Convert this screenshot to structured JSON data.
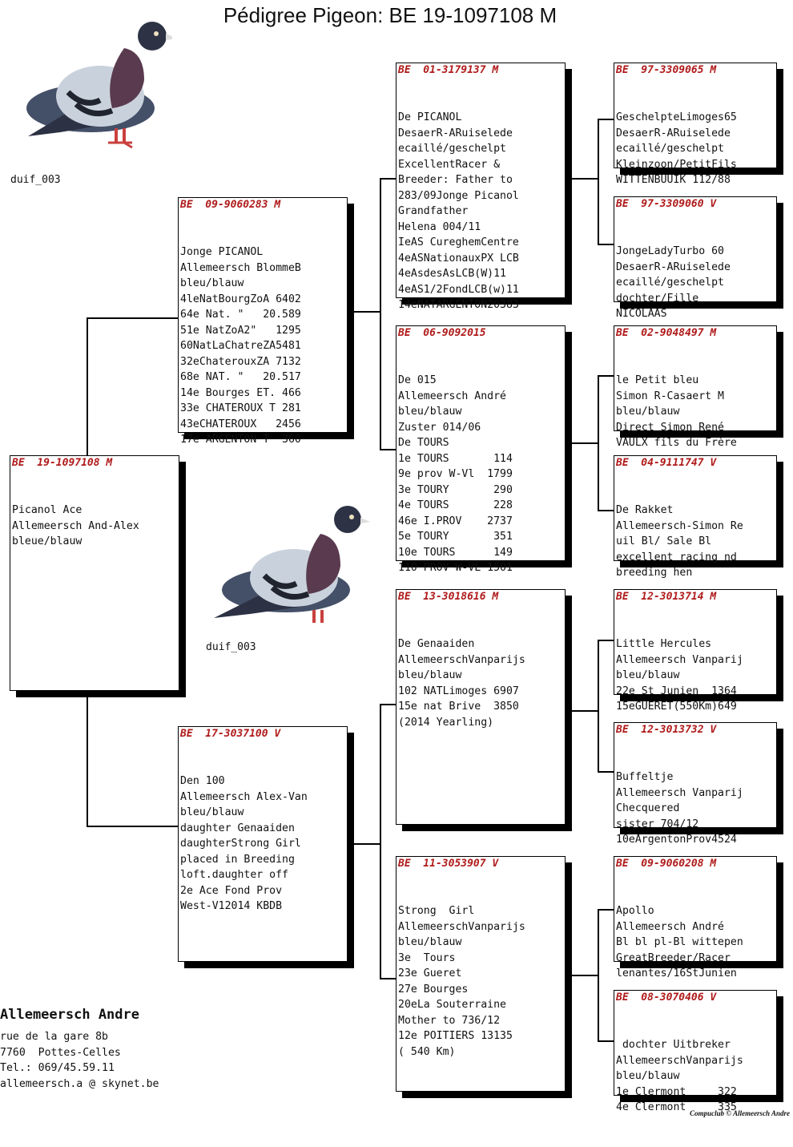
{
  "title": "Pédigree Pigeon: BE  19-1097108 M",
  "photo_captions": [
    "duif_003",
    "duif_003"
  ],
  "pigeons": {
    "subject": {
      "ring": "BE  19-1097108 M",
      "lines": [
        "Picanol Ace",
        "Allemeersch And-Alex",
        "bleue/blauw"
      ]
    },
    "sire": {
      "ring": "BE  09-9060283 M",
      "lines": [
        "Jonge PICANOL",
        "Allemeersch BlommeB",
        "bleu/blauw",
        "4leNatBourgZoA 6402",
        "64e Nat. \"   20.589",
        "51e NatZoA2\"   1295",
        "60NatLaChatreZA5481",
        "32eChaterouxZA 7132",
        "68e NAT. \"   20.517",
        "14e Bourges ET. 466",
        "33e CHATEROUX T 281",
        "43eCHATEROUX   2456",
        "17e ARGENTON T  360"
      ]
    },
    "dam": {
      "ring": "BE  17-3037100 V",
      "lines": [
        "Den 100",
        "Allemeersch Alex-Van",
        "bleu/blauw",
        "daughter Genaaiden",
        "daughterStrong Girl",
        "placed in Breeding",
        "loft.daughter off",
        "2e Ace Fond Prov",
        "West-V12014 KBDB"
      ]
    },
    "sire_sire": {
      "ring": "BE  01-3179137 M",
      "lines": [
        "De PICANOL",
        "DesaerR-ARuiselede",
        "ecaillé/geschelpt",
        "ExcellentRacer &",
        "Breeder: Father to",
        "283/09Jonge Picanol",
        "Grandfather",
        "Helena 004/11",
        "IeAS CureghemCentre",
        "4eASNationauxPX LCB",
        "4eAsdesAsLCB(W)11",
        "4eAS1/2FondLCB(w)11",
        "14eNATARGENTON20383"
      ]
    },
    "sire_dam": {
      "ring": "BE  06-9092015",
      "lines": [
        "De 015",
        "Allemeersch André",
        "bleu/blauw",
        "Zuster 014/06",
        "De TOURS",
        "1e TOURS       114",
        "9e prov W-Vl  1799",
        "3e TOURY       290",
        "4e TOURS       228",
        "46e I.PROV    2737",
        "5e TOURY       351",
        "10e TOURS      149",
        "110 PROV W-VL 1501"
      ]
    },
    "dam_sire": {
      "ring": "BE  13-3018616 M",
      "lines": [
        "De Genaaiden",
        "AllemeerschVanparijs",
        "bleu/blauw",
        "102 NATLimoges 6907",
        "15e nat Brive  3850",
        "(2014 Yearling)"
      ]
    },
    "dam_dam": {
      "ring": "BE  11-3053907 V",
      "lines": [
        "Strong  Girl",
        "AllemeerschVanparijs",
        "bleu/blauw",
        "3e  Tours",
        "23e Gueret",
        "27e Bourges",
        "20eLa Souterraine",
        "Mother to 736/12",
        "12e POITIERS 13135",
        "( 540 Km)"
      ]
    },
    "ss_sire": {
      "ring": "BE  97-3309065 M",
      "lines": [
        "GeschelpteLimoges65",
        "DesaerR-ARuiselede",
        "ecaillé/geschelpt",
        "Kleinzoon/PetitFils",
        "WITTENBUUIK 112/88"
      ]
    },
    "ss_dam": {
      "ring": "BE  97-3309060 V",
      "lines": [
        "JongeLadyTurbo 60",
        "DesaerR-ARuiselede",
        "ecaillé/geschelpt",
        "dochter/Fille",
        "NICOLAAS"
      ]
    },
    "sd_sire": {
      "ring": "BE  02-9048497 M",
      "lines": [
        "le Petit bleu",
        "Simon R-Casaert M",
        "bleu/blauw",
        "Direct Simon René",
        "VAULX fils du Frère"
      ]
    },
    "sd_dam": {
      "ring": "BE  04-9111747 V",
      "lines": [
        "De Rakket",
        "Allemeersch-Simon Re",
        "uil Bl/ Sale Bl",
        "excellent racing nd",
        "breeding hen"
      ]
    },
    "ds_sire": {
      "ring": "BE  12-3013714 M",
      "lines": [
        "Little Hercules",
        "Allemeersch Vanparij",
        "bleu/blauw",
        "22e St Junien  1364",
        "15eGUERET(550Km)649"
      ]
    },
    "ds_dam": {
      "ring": "BE  12-3013732 V",
      "lines": [
        "Buffeltje",
        "Allemeersch Vanparij",
        "Checquered",
        "sister 704/12",
        "10eArgentonProv4524"
      ]
    },
    "dd_sire": {
      "ring": "BE  09-9060208 M",
      "lines": [
        "Apollo",
        "Allemeersch André",
        "Bl bl pl-Bl wittepen",
        "GreatBreeder/Racer",
        "lenantes/16StJunien"
      ]
    },
    "dd_dam": {
      "ring": "BE  08-3070406 V",
      "lines": [
        " dochter Uitbreker",
        "AllemeerschVanparijs",
        "bleu/blauw",
        "1e Clermont     322",
        "4e Clermont     335"
      ]
    }
  },
  "breeder": {
    "name": "Allemeersch Andre",
    "address": "rue de la gare 8b",
    "city": "7760  Pottes-Celles",
    "phone": "Tel.: 069/45.59.11",
    "email": "allemeersch.a @ skynet.be"
  },
  "footer": "Compuclub © Allemeersch Andre"
}
